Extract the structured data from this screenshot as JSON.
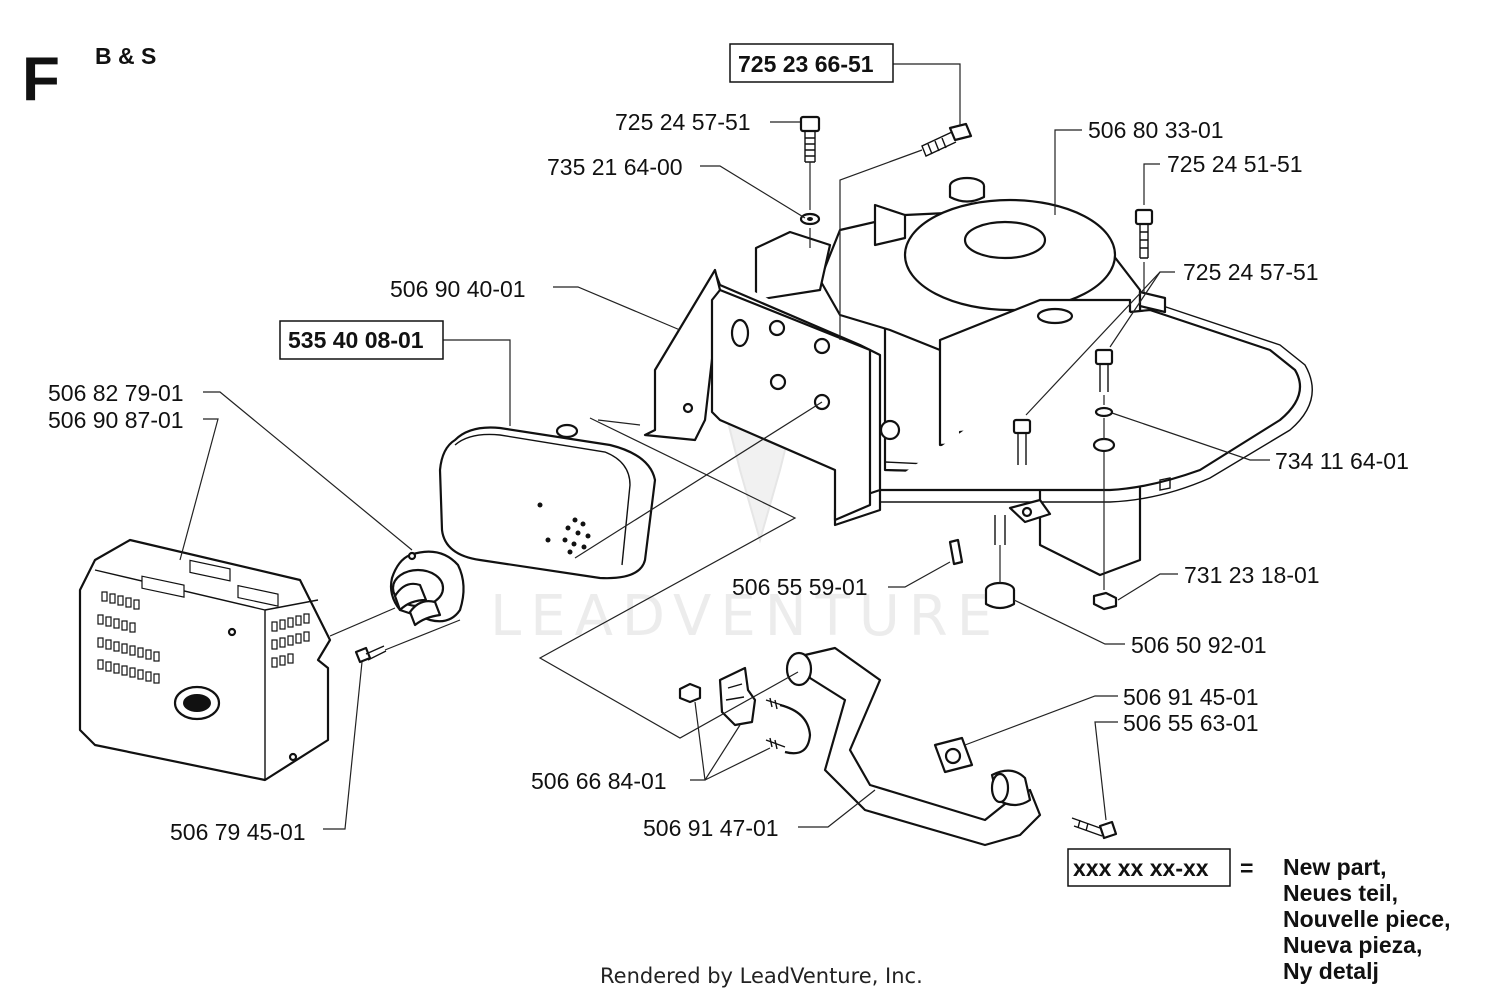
{
  "section_letter": "F",
  "engine_label": "B & S",
  "footer": "Rendered by LeadVenture, Inc.",
  "watermark": "LEADVENTURE",
  "parts": {
    "p725236651": "725 23 66-51",
    "p725245751_top": "725 24 57-51",
    "p735216400": "735 21 64-00",
    "p506803301": "506 80 33-01",
    "p725245151": "725 24 51-51",
    "p725245751_right": "725 24 57-51",
    "p506904001": "506 90 40-01",
    "p535400801": "535 40 08-01",
    "p506827901": "506 82 79-01",
    "p506908701": "506 90 87-01",
    "p734116401": "734 11 64-01",
    "p506555901": "506 55 59-01",
    "p731231801": "731 23 18-01",
    "p506509201": "506 50 92-01",
    "p506914501": "506 91 45-01",
    "p506556301": "506 55 63-01",
    "p506668401": "506 66 84-01",
    "p506914701": "506 91 47-01",
    "p506794501": "506 79 45-01"
  },
  "legend": {
    "code": "xxx xx xx-xx",
    "equals": "=",
    "lines": [
      "New part,",
      "Neues teil,",
      "Nouvelle piece,",
      "Nueva pieza,",
      "Ny detalj"
    ]
  }
}
